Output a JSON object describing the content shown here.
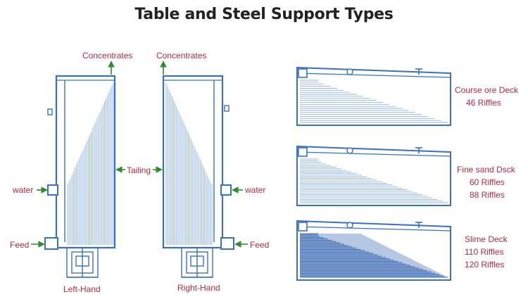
{
  "title": "Table and Steel Support Types",
  "colors": {
    "frame": "#3a6fc4",
    "riffle": "#8fb0e0",
    "slime": "#2d5fb0",
    "label": "#b02a42",
    "arrow": "#2e8b2e"
  },
  "labels": {
    "concentrates_left": "Concentrates",
    "concentrates_right": "Concentrates",
    "tailing": "Tailing",
    "water_left": "water",
    "water_right": "water",
    "feed_left": "Feed",
    "feed_right": "Feed",
    "left_hand": "Left-Hand",
    "right_hand": "Right-Hand"
  },
  "decks": [
    {
      "name": "Course ore Deck",
      "riffles": [
        "46 Riffles"
      ]
    },
    {
      "name": "Fine sand Dsck",
      "riffles": [
        "60 Riffles",
        "88 Riffles"
      ]
    },
    {
      "name": "Slime Deck",
      "riffles": [
        "110 Riffles",
        "120 Riffles"
      ]
    }
  ]
}
